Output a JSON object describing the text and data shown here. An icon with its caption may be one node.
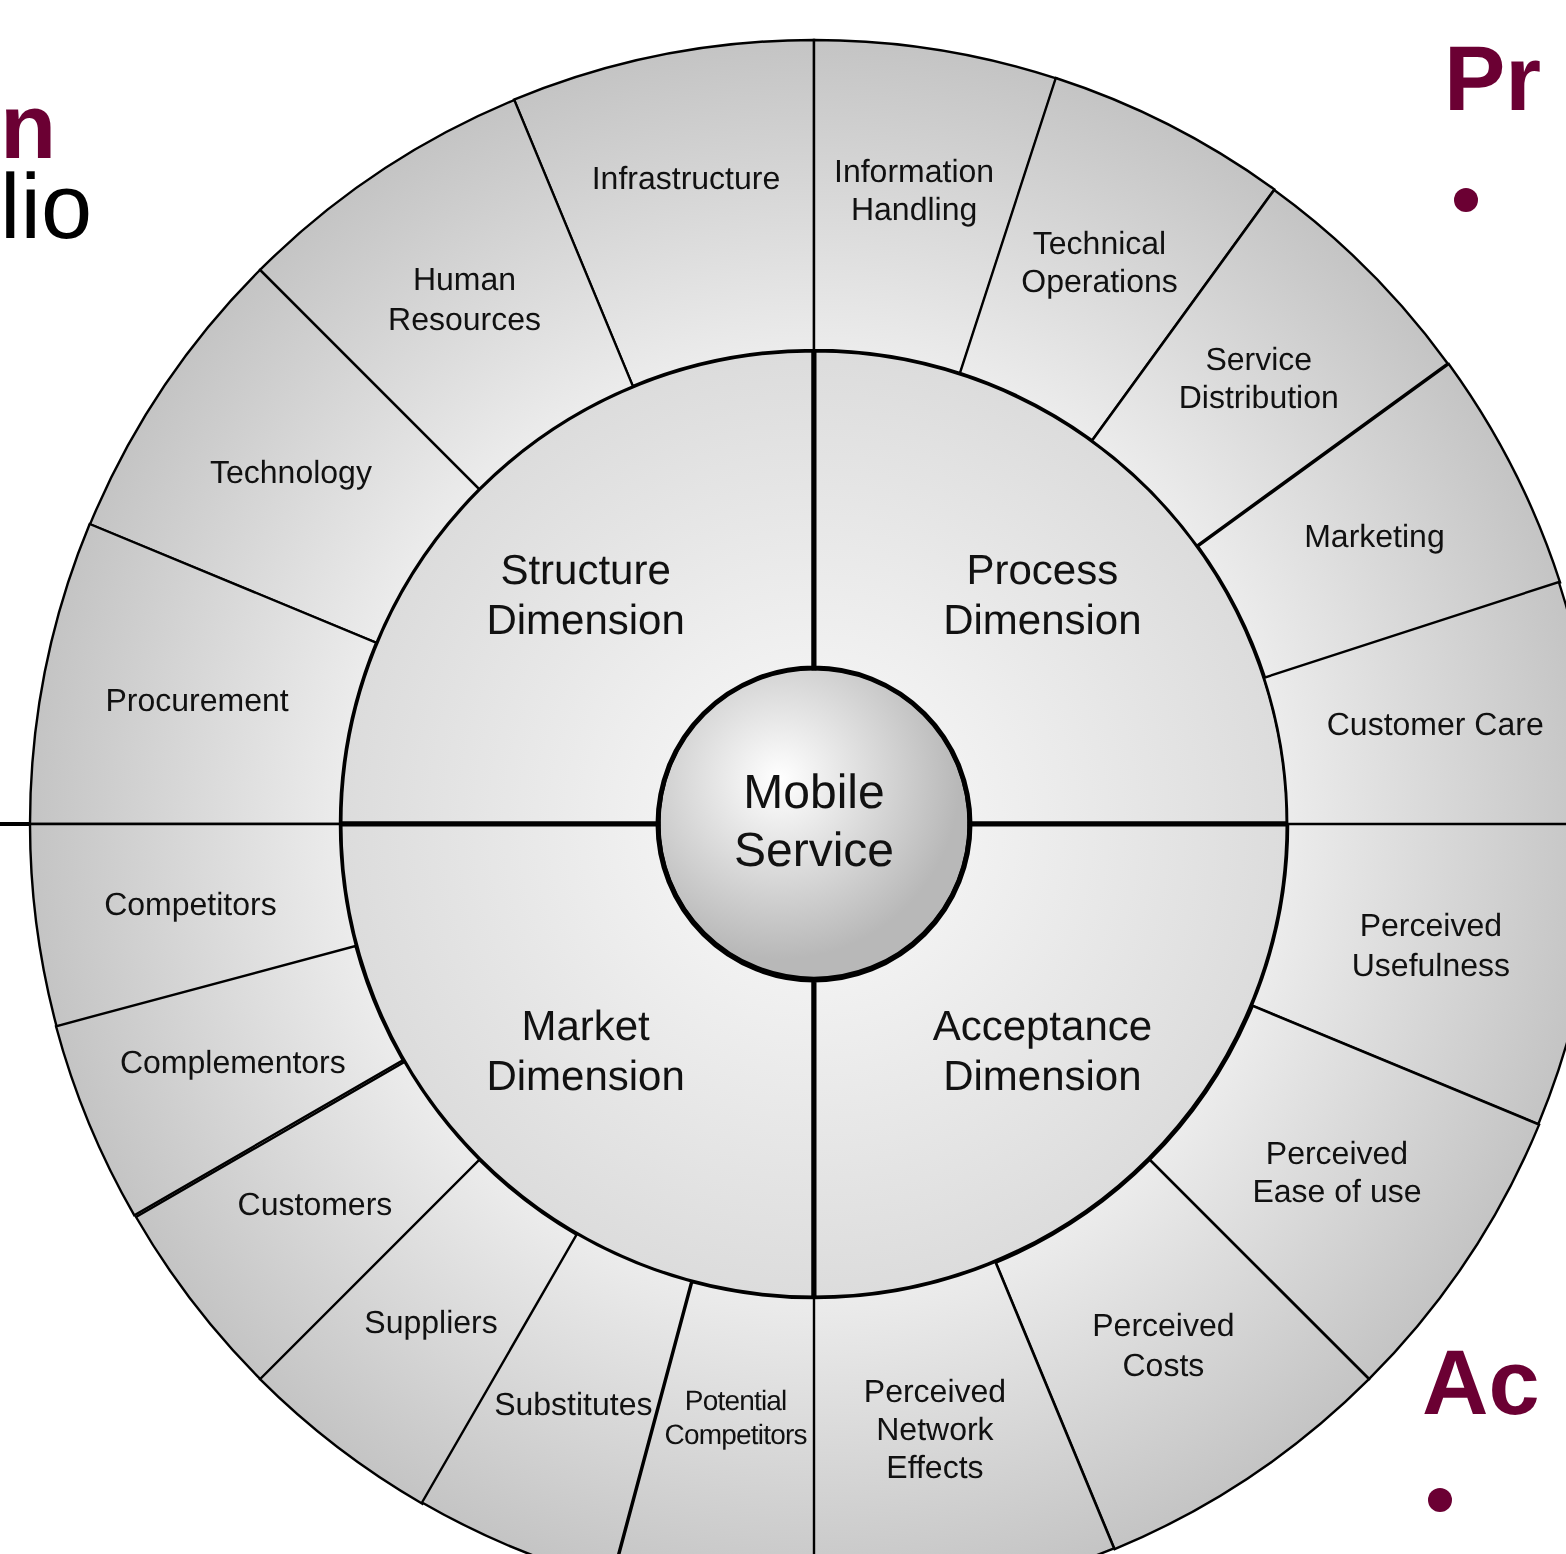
{
  "diagram": {
    "nodes": [
      {
        "text": [
          "Mobile Service"
        ]
      },
      {
        "text": [
          "Structure Dimension"
        ]
      },
      {
        "text": [
          "Process Dimension"
        ]
      },
      {
        "text": [
          "Market Dimension"
        ]
      },
      {
        "text": [
          "Acceptance Dimension"
        ]
      },
      {
        "text": [
          "Infrastructure"
        ]
      },
      {
        "text": [
          "Human Resources"
        ]
      },
      {
        "text": [
          "Technology"
        ]
      },
      {
        "text": [
          "Procurement"
        ]
      },
      {
        "text": [
          "Information Handling"
        ]
      },
      {
        "text": [
          "Technical Operations"
        ]
      },
      {
        "text": [
          "Service Distribution"
        ]
      },
      {
        "text": [
          "Marketing"
        ]
      },
      {
        "text": [
          "Customer Care"
        ]
      },
      {
        "text": [
          "Competitors"
        ]
      },
      {
        "text": [
          "Complementors"
        ]
      },
      {
        "text": [
          "Customers"
        ]
      },
      {
        "text": [
          "Suppliers"
        ]
      },
      {
        "text": [
          "Substitutes"
        ]
      },
      {
        "text": [
          "Potential Competitors"
        ]
      },
      {
        "text": [
          "Perceived Usefulness"
        ]
      },
      {
        "text": [
          "Perceived Ease of use"
        ]
      },
      {
        "text": [
          "Perceived Costs"
        ]
      },
      {
        "text": [
          "Perceived Network Effects"
        ]
      }
    ],
    "labels": [
      "n",
      "lio",
      "Pr",
      "Ac"
    ]
  }
}
